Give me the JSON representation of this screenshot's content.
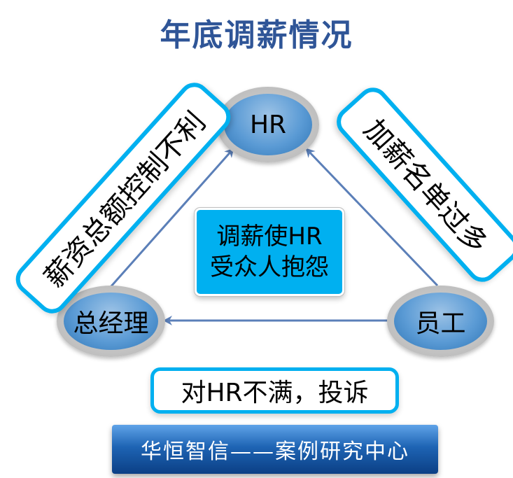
{
  "title": "年底调薪情况",
  "nodes": {
    "hr": "HR",
    "manager": "总经理",
    "employee": "员工"
  },
  "center_box": {
    "line1": "调薪使HR",
    "line2": "受众人抱怨"
  },
  "left_label": "薪资总额控制不利",
  "right_label": "加薪名单过多",
  "bottom_label": "对HR不满，投诉",
  "footer": "华恒智信——案例研究中心",
  "colors": {
    "title": "#2f5597",
    "accent_border": "#00b0f0",
    "node_fill": "#5b9bd5",
    "arrow": "#5b7fb8"
  }
}
